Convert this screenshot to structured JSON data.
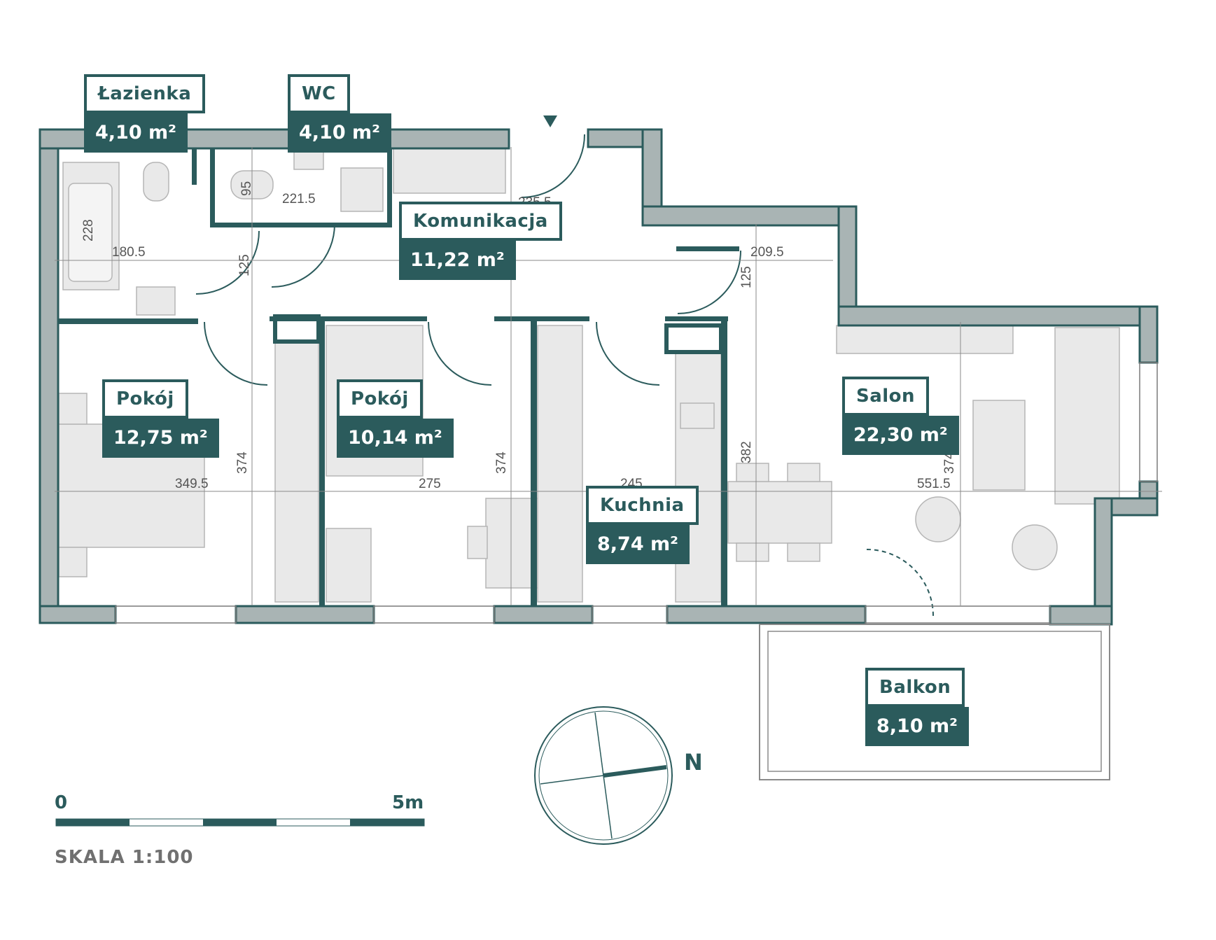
{
  "rooms": [
    {
      "id": "lazienka",
      "name": "Łazienka",
      "area": "4,10 m²"
    },
    {
      "id": "wc",
      "name": "WC",
      "area": "4,10 m²"
    },
    {
      "id": "komunikacja",
      "name": "Komunikacja",
      "area": "11,22 m²"
    },
    {
      "id": "pokoj1",
      "name": "Pokój",
      "area": "12,75 m²"
    },
    {
      "id": "pokoj2",
      "name": "Pokój",
      "area": "10,14 m²"
    },
    {
      "id": "salon",
      "name": "Salon",
      "area": "22,30 m²"
    },
    {
      "id": "kuchnia",
      "name": "Kuchnia",
      "area": "8,74 m²"
    },
    {
      "id": "balkon",
      "name": "Balkon",
      "area": "8,10 m²"
    }
  ],
  "dimensions": {
    "d1": "221.5",
    "d2": "95",
    "d3": "228",
    "d4": "180.5",
    "d5": "125",
    "d6": "235.5",
    "d7": "209.5",
    "d8": "125",
    "d9": "374",
    "d10": "349.5",
    "d11": "275",
    "d12": "374",
    "d13": "245",
    "d14": "382",
    "d15": "551.5",
    "d16": "374"
  },
  "scale": {
    "start": "0",
    "end": "5m",
    "title": "SKALA 1:100"
  },
  "compass": {
    "north_label": "N"
  },
  "colors": {
    "wall": "#a9b4b4",
    "accent": "#2b5b5c",
    "furniture": "#e8e8e8"
  }
}
